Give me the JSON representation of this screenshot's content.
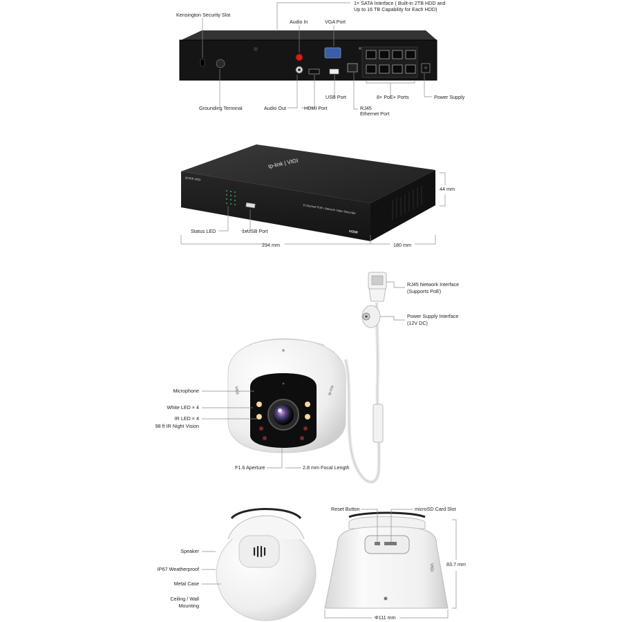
{
  "nvr_rear": {
    "sata": [
      "1× SATA Interface ( Built-in 2TB HDD and",
      "Up to 16 TB Capability for Each HDD)"
    ],
    "kensington": "Kensington Security Slot",
    "audio_in": "Audio In",
    "vga_port": "VGA Port",
    "grounding": "Grounding Terminal",
    "audio_out": "Audio Out",
    "hdmi_port": "HDMI Port",
    "usb_port": "USB Port",
    "rj45": [
      "RJ45",
      "Ethernet Port"
    ],
    "poe_ports": "8× PoE+ Ports",
    "power_supply": "Power Supply"
  },
  "nvr_front": {
    "status_led": "Status LED",
    "usb_front": "1xUSB Port",
    "width": "294 mm",
    "depth": "180 mm",
    "height": "44 mm",
    "top_logo": "tp-link | VIGI",
    "front_logo": "tp-link VIGI",
    "front_text": "8 Channel PoE+ Network Video Recorder",
    "hdmi_logo": "HDMI"
  },
  "camera_front": {
    "rj45_interface": [
      "RJ45 Network Interface",
      "(Supports PoE)"
    ],
    "power_interface": [
      "Power Supply Interface",
      "(12V DC)"
    ],
    "microphone": "Microphone",
    "white_led": "White LED × 4",
    "ir_led": [
      "IR LED × 4",
      "98 ft IR Night Vision"
    ],
    "aperture": "F1.6 Aperture",
    "focal": "2.8 mm Focal Length",
    "brand_side": "VIGI",
    "brand_logo": "tp-link"
  },
  "camera_back": {
    "reset_button": "Reset Button",
    "microsd_slot": "microSD Card Slot",
    "speaker": "Speaker",
    "ip67": "IP67 Weatherproof",
    "metal_case": "Metal Case",
    "mounting": [
      "Ceiling / Wall",
      "Mounting"
    ],
    "diameter": "Φ111 mm",
    "height": "83.7 mm",
    "brand_side": "VIGI"
  },
  "colors": {
    "nvr_body": "#1b1b1b",
    "nvr_top": "#2a2a2a",
    "vga_blue": "#3a5ea8",
    "camera_white": "#f4f4f4",
    "line_gray": "#8a8a8a"
  }
}
